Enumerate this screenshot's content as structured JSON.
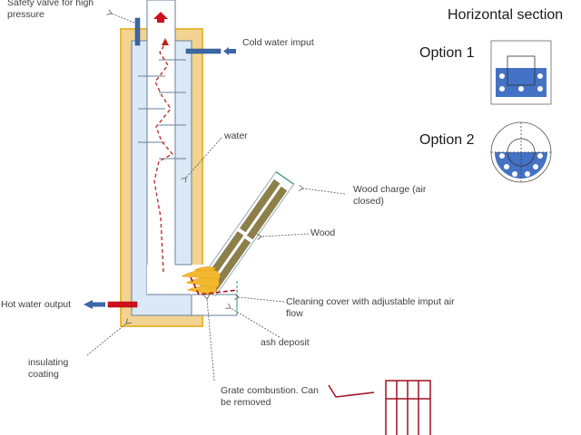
{
  "labels": {
    "top_cut": "…",
    "safety_valve": [
      "Safety valve for high",
      "pressure"
    ],
    "cold_water": "Cold water imput",
    "water": "water",
    "wood_charge": [
      "Wood  charge (air",
      "closed)"
    ],
    "wood": "Wood",
    "cleaning_cover": [
      "Cleaning cover with adjustable imput air",
      "flow"
    ],
    "ash_deposit": "ash deposit",
    "hot_water": "Hot water output",
    "insulating": [
      "insulating",
      "coating"
    ],
    "grate": [
      "Grate combustion. Can",
      "be removed"
    ]
  },
  "sections": {
    "title": "Horizontal section",
    "option1": "Option 1",
    "option2": "Option 2"
  },
  "colors": {
    "insulation": "#f2d391",
    "insulation_border": "#e8b83c",
    "water": "#dbe8f6",
    "pipe_blue": "#3b67a8",
    "hot_red": "#d0101e",
    "flow_red": "#b52020",
    "wood": "#8c7f4a",
    "flame": "#f2b830",
    "grate": "#a01020",
    "section_blue": "#4472c4"
  }
}
